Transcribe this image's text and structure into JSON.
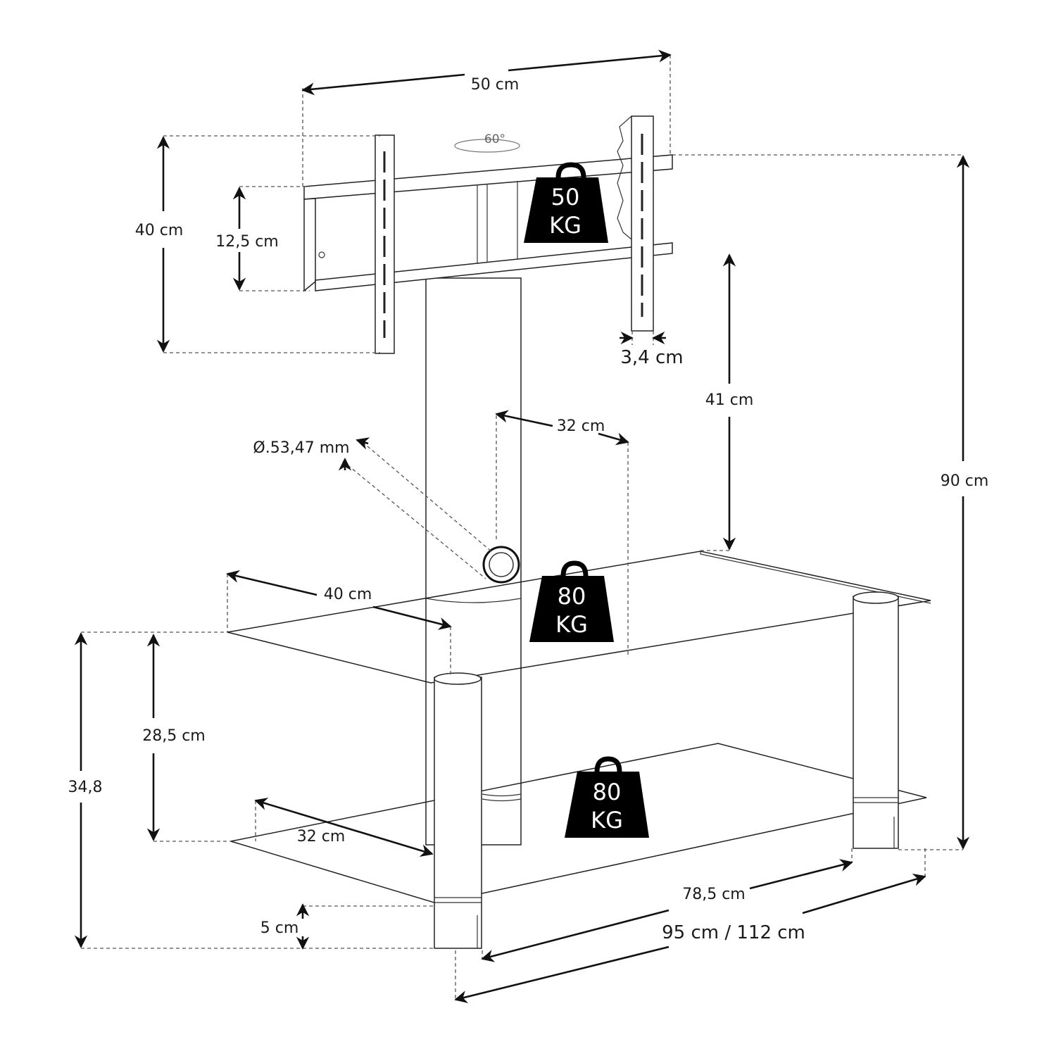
{
  "title": "TV stand dimensions diagram",
  "mount": {
    "width": "50 cm",
    "rotation": "60°",
    "height": "40 cm",
    "rail_spacing": "12,5 cm",
    "depth": "3,4 cm",
    "load": {
      "value": "50",
      "unit": "KG"
    }
  },
  "column": {
    "diameter": "Ø.53,47 mm",
    "shelf_to_mount": "41 cm",
    "total_height": "90 cm",
    "offset_depth": "32 cm"
  },
  "top_shelf": {
    "depth": "40 cm",
    "load": {
      "value": "80",
      "unit": "KG"
    }
  },
  "bottom_shelf": {
    "depth": "32 cm",
    "shelf_spacing": "28,5 cm",
    "top_shelf_height": "34,8",
    "foot_height": "5 cm",
    "inner_width": "78,5 cm",
    "width": "95 cm / 112 cm",
    "load": {
      "value": "80",
      "unit": "KG"
    }
  },
  "colors": {
    "line": "#111111",
    "weight": "#000000",
    "background": "#ffffff"
  }
}
